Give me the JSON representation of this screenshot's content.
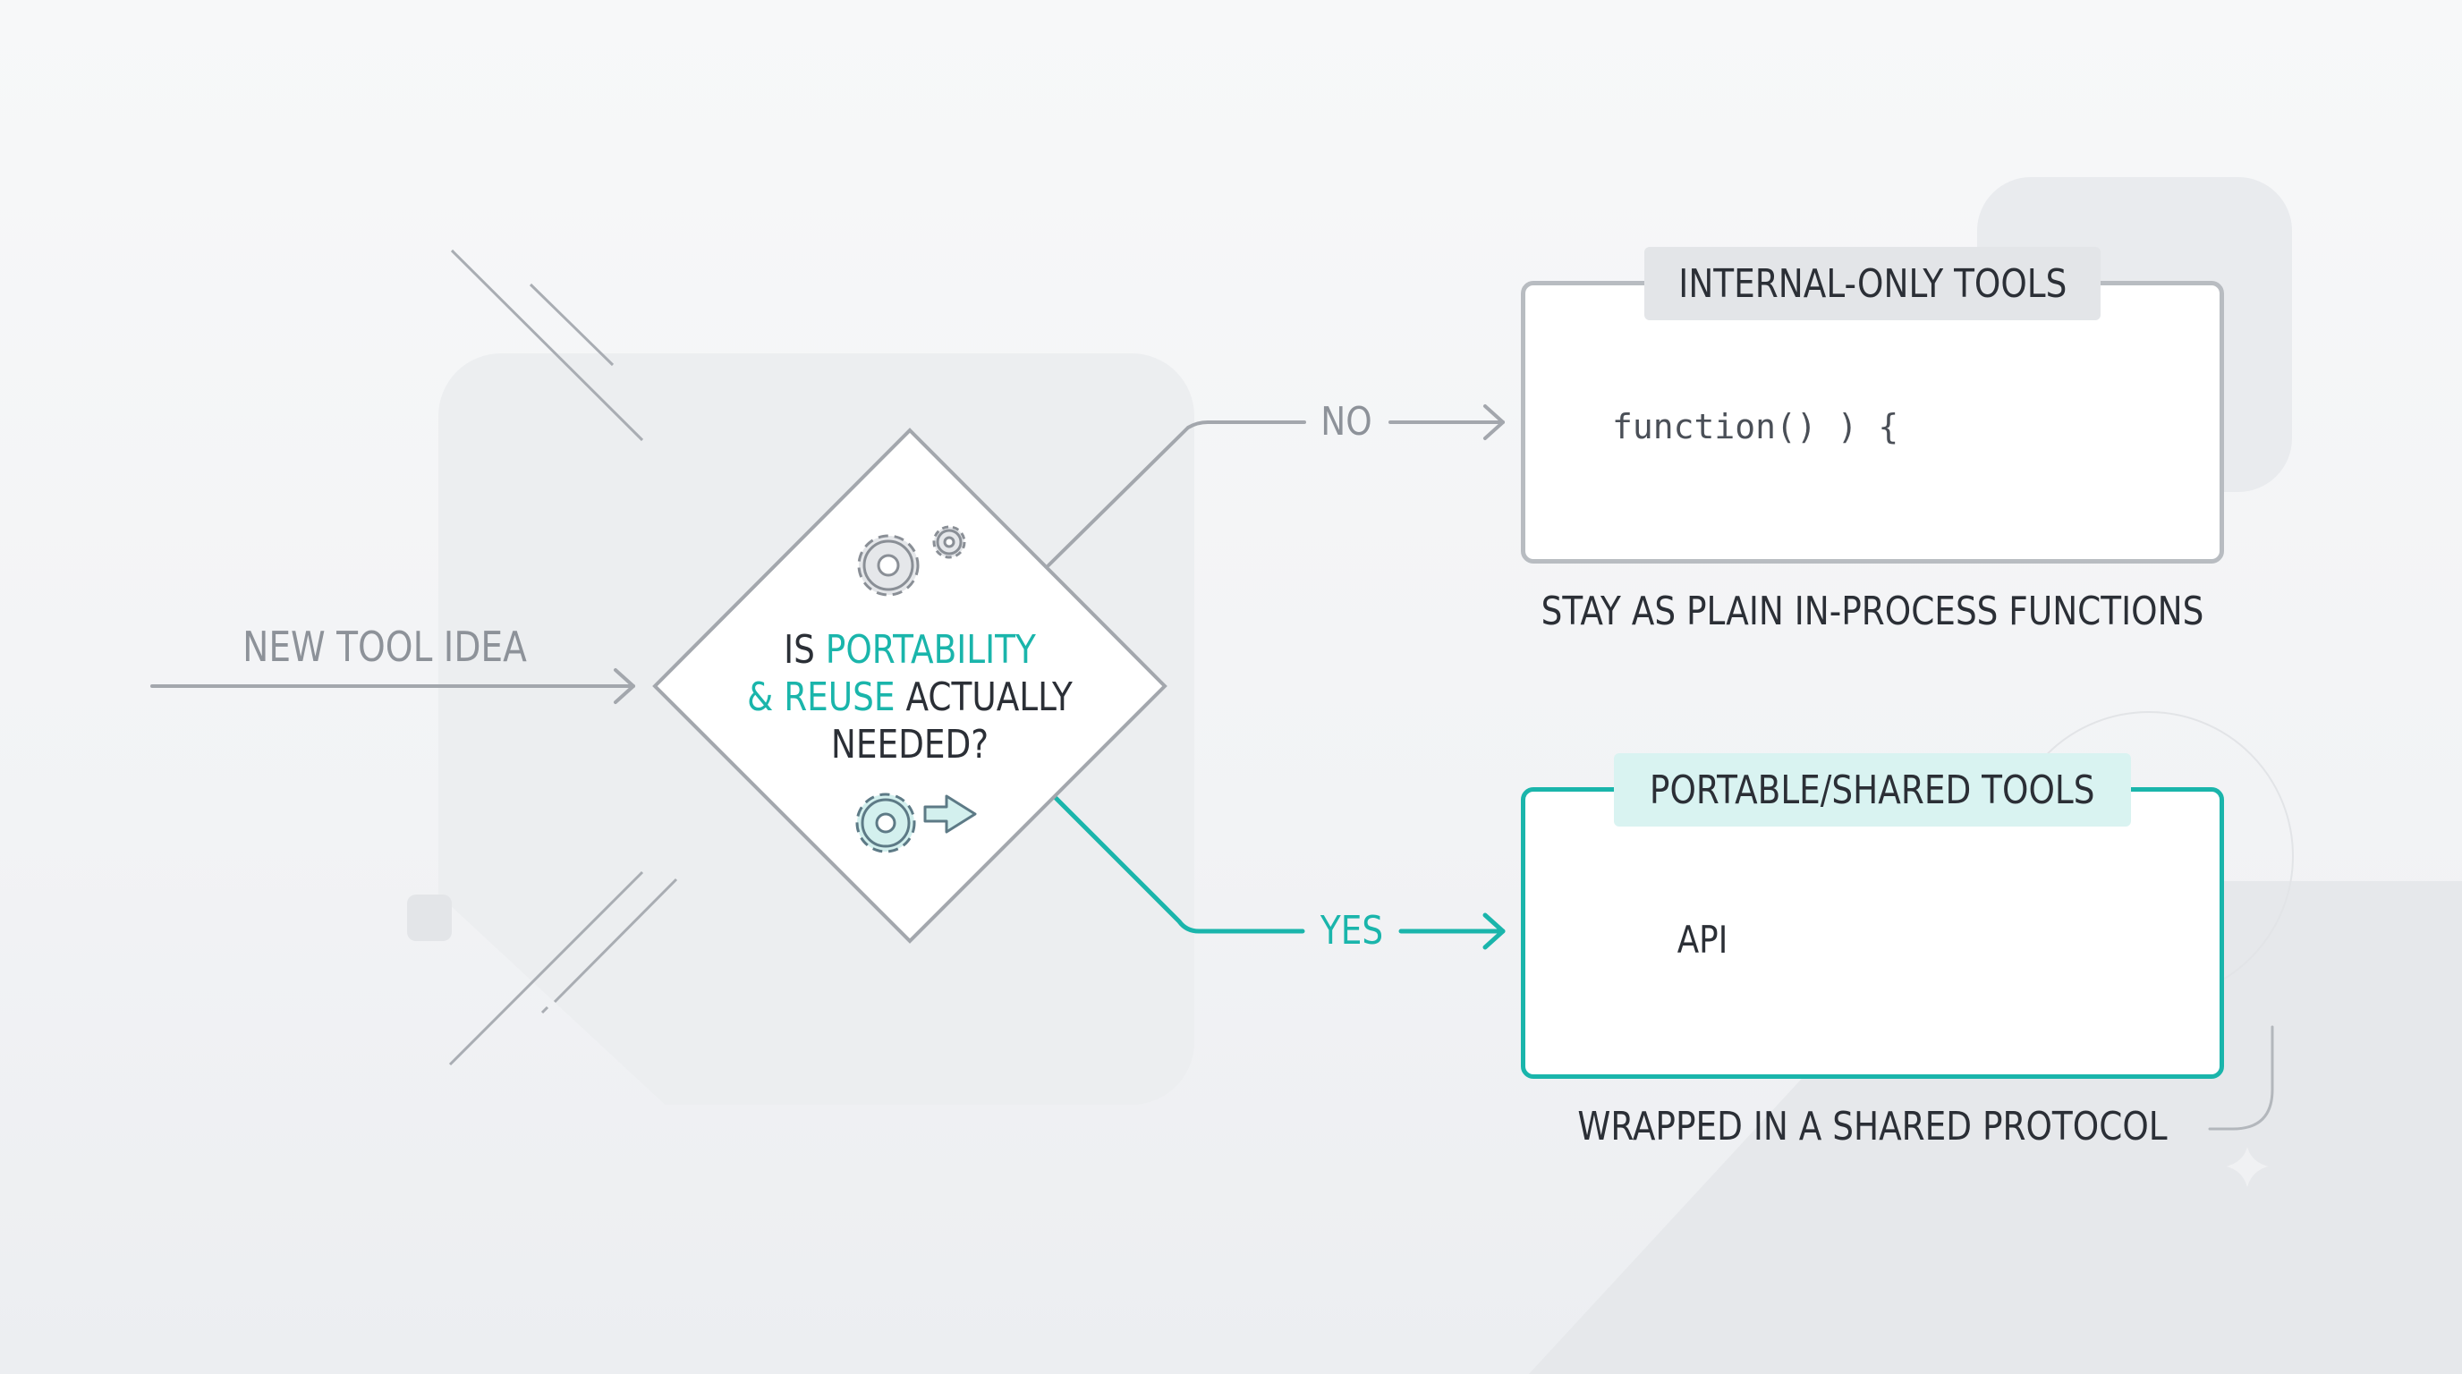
{
  "input": {
    "label": "NEW TOOL IDEA"
  },
  "decision": {
    "line1_prefix": "IS ",
    "line1_highlight": "PORTABILITY",
    "line2_highlight": "& REUSE",
    "line2_rest": " ACTUALLY",
    "line3": "NEEDED?"
  },
  "branch_no": {
    "label": "NO",
    "box_title": "INTERNAL-ONLY TOOLS",
    "code_text": "function() ) {",
    "caption": "STAY AS PLAIN IN-PROCESS FUNCTIONS"
  },
  "branch_yes": {
    "label": "YES",
    "box_title": "PORTABLE/SHARED TOOLS",
    "api_label": "API",
    "caption": "WRAPPED IN A SHARED PROTOCOL"
  },
  "colors": {
    "accent": "#1ab5ab",
    "neutral_line": "#a3a7ad",
    "text_dark": "#2b2f36",
    "text_muted": "#8d9299",
    "tag_gray": "#e3e5e8",
    "tag_teal": "#d9f3f1"
  },
  "icons": {
    "decision_top": "gears-icon",
    "decision_bottom": "gear-arrow-icon",
    "internal": "code-window-icon",
    "api": "api-network-icon",
    "sync": "exchange-arrows-icon",
    "devices": "devices-icon"
  }
}
